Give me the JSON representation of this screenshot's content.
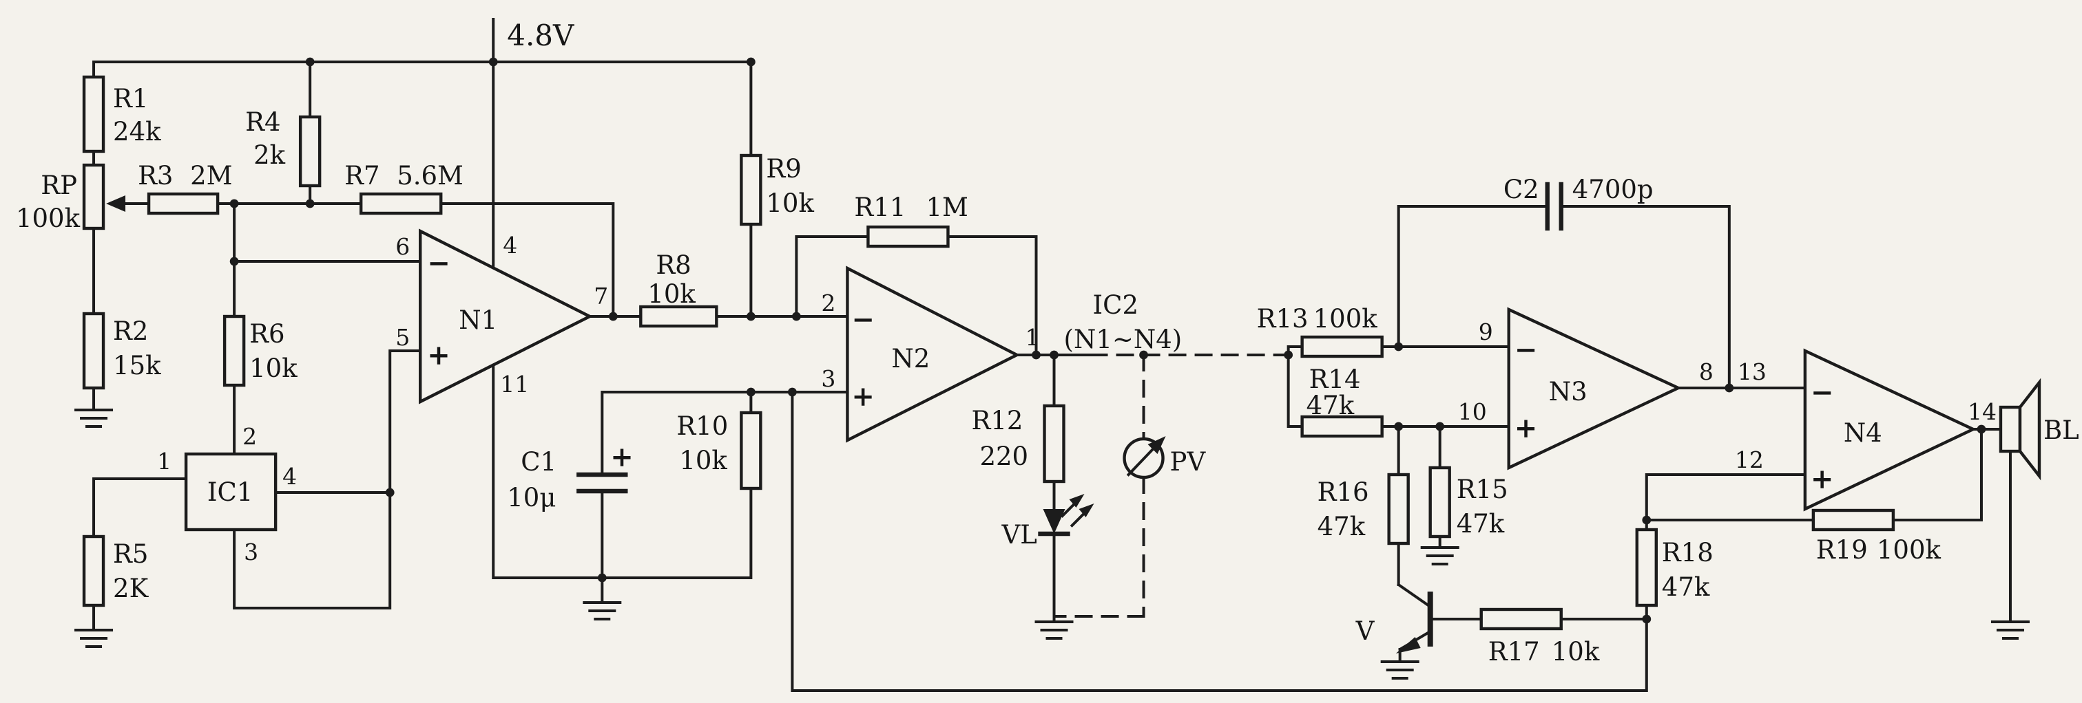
{
  "colors": {
    "ink": "#1c1c1c",
    "paper": "#f4f2ec"
  },
  "power_rail": {
    "voltage": "4.8V"
  },
  "ic_labels": {
    "ic1": "IC1",
    "ic2_line1": "IC2",
    "ic2_line2": "(N1~N4)"
  },
  "opamps": {
    "n1": {
      "label": "N1",
      "pins": {
        "inverting": "6",
        "noninverting": "5",
        "output": "7",
        "vcc": "4",
        "gnd": "11"
      }
    },
    "n2": {
      "label": "N2",
      "pins": {
        "inverting": "2",
        "noninverting": "3",
        "output": "1"
      }
    },
    "n3": {
      "label": "N3",
      "pins": {
        "inverting": "9",
        "noninverting": "10",
        "output": "8"
      }
    },
    "n4": {
      "label": "N4",
      "pins": {
        "inverting": "13",
        "noninverting": "12",
        "output": "14"
      }
    }
  },
  "ic1_pins": {
    "p1": "1",
    "p2": "2",
    "p3": "3",
    "p4": "4"
  },
  "resistors": {
    "r1": {
      "name": "R1",
      "value": "24k"
    },
    "r2": {
      "name": "R2",
      "value": "15k"
    },
    "r3": {
      "name": "R3",
      "value": "2M"
    },
    "r4": {
      "name": "R4",
      "value": "2k"
    },
    "r5": {
      "name": "R5",
      "value": "2K"
    },
    "r6": {
      "name": "R6",
      "value": "10k"
    },
    "r7": {
      "name": "R7",
      "value": "5.6M"
    },
    "r8": {
      "name": "R8",
      "value": "10k"
    },
    "r9": {
      "name": "R9",
      "value": "10k"
    },
    "r10": {
      "name": "R10",
      "value": "10k"
    },
    "r11": {
      "name": "R11",
      "value": "1M"
    },
    "r12": {
      "name": "R12",
      "value": "220"
    },
    "r13": {
      "name": "R13",
      "value": "100k"
    },
    "r14": {
      "name": "R14",
      "value": "47k"
    },
    "r15": {
      "name": "R15",
      "value": "47k"
    },
    "r16": {
      "name": "R16",
      "value": "47k"
    },
    "r17": {
      "name": "R17",
      "value": "10k"
    },
    "r18": {
      "name": "R18",
      "value": "47k"
    },
    "r19": {
      "name": "R19",
      "value": "100k"
    },
    "rp": {
      "name": "RP",
      "value": "100k"
    }
  },
  "capacitors": {
    "c1": {
      "name": "C1",
      "value": "10μ"
    },
    "c2": {
      "name": "C2",
      "value": "4700p"
    }
  },
  "semiconductors": {
    "led": "VL",
    "photocell": "PV",
    "transistor": "V"
  },
  "speaker": {
    "label": "BL"
  },
  "signs": {
    "minus": "−",
    "plus": "+"
  }
}
